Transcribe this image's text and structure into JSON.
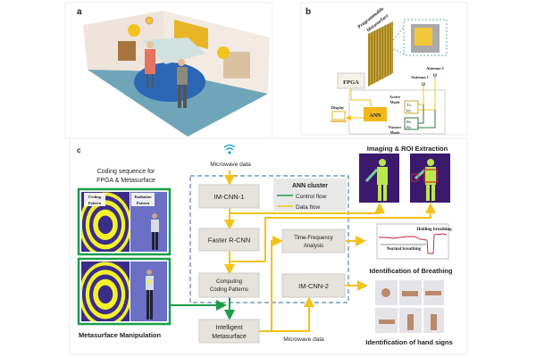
{
  "panels": {
    "a": {
      "label": "a"
    },
    "b": {
      "label": "b",
      "metasurface_label_1": "Programmable",
      "metasurface_label_2": "Metasurface",
      "fpga": "FPGA",
      "ann": "ANN",
      "display": "Display",
      "antenna1": "Antenna 1",
      "antenna2": "Antenna 2",
      "active_mode_1": "Active",
      "active_mode_2": "Mode",
      "passive_mode_1": "Passive",
      "passive_mode_2": "Mode",
      "tx": "Tx",
      "rx": "Rx",
      "rx2a": "Rx",
      "rx2b": "Rx"
    },
    "c": {
      "label": "c",
      "microwave_data_top": "Microwave data",
      "microwave_data_bottom": "Microwave data",
      "coding_title_1": "Coding sequence for",
      "coding_title_2": "FPGA & Metasurface",
      "coding_pattern_1": "Coding",
      "coding_pattern_2": "Pattern",
      "radiation_pattern_1": "Radiation",
      "radiation_pattern_2": "Pattern",
      "metasurface_manipulation": "Metasurface Manipulation",
      "boxes": {
        "im_cnn_1": "IM-CNN-1",
        "faster_rcnn": "Faster R-CNN",
        "computing_1": "Computing",
        "computing_2": "Coding Patterns",
        "time_freq_1": "Time-Frequency",
        "time_freq_2": "Analysis",
        "im_cnn_2": "IM-CNN-2",
        "intelligent_1": "Intelligent",
        "intelligent_2": "Metasurface"
      },
      "legend": {
        "title": "ANN cluster",
        "control": "Control flow",
        "data": "Data flow"
      },
      "imaging_title": "Imaging & ROI Extraction",
      "breathing_title": "Identification of Breathing",
      "breathing_holding": "Holding breathing",
      "breathing_normal": "Normal breathing",
      "hand_title": "Identification of hand signs"
    }
  },
  "colors": {
    "control_flow": "#1a9e4a",
    "data_flow": "#f2c31b",
    "box_fill": "#e6e2dc",
    "dashed_border": "#5b86a8",
    "pattern_yellow": "#f5f02a",
    "pattern_blue": "#3a2d8a"
  }
}
